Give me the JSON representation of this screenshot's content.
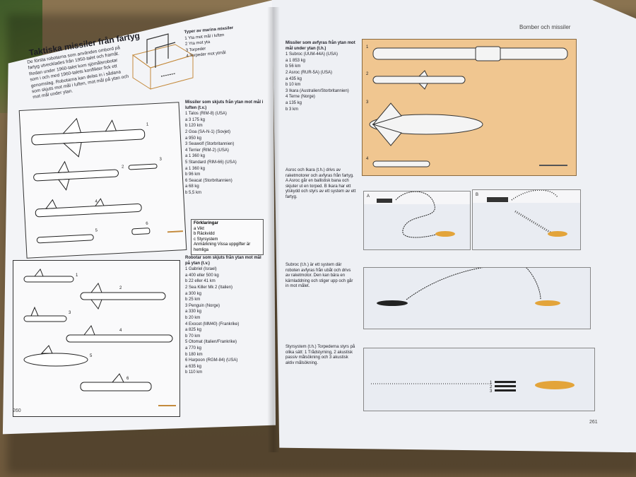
{
  "left_page": {
    "title": "Taktiska missiler från fartyg",
    "intro": "De första robotarna som användes ombord på fartyg utvecklades från 1950-talet och framåt. Redan under 1960-talet kom sjömålsrobotar som i och med 1960-talets konflikter fick ett genomslag. Robotarna kan delas in i sådana som skjuts mot mål i luften, mot mål på ytan och mot mål under ytan.",
    "inset_caption_title": "Typer av marina missiler",
    "inset_caption_lines": [
      "1 Yta mot mål i luften",
      "2 Yta mot yta",
      "3 Torpeder",
      "4 Torpeder mot ytmål"
    ],
    "air_title": "Missiler som skjuts från ytan mot mål i luften (t.v.)",
    "air_list": [
      "1 Talos (RIM-8) (USA)",
      "a 3 175 kg",
      "b 120 km",
      "2 Goa (SA-N-1) (Sovjet)",
      "a 950 kg",
      "3 Seawolf (Storbritannien)",
      "4 Terrier (RIM-2) (USA)",
      "a 1 360 kg",
      "5 Standard (RIM-66) (USA)",
      "a 1 360 kg",
      "b 96 km",
      "6 Seacat (Storbritannien)",
      "a 68 kg",
      "b 5,5 km"
    ],
    "legend_title": "Förklaringar",
    "legend_items": [
      "a Vikt",
      "b Räckvidd",
      "c Styrsystem",
      "Anmärkning Vissa uppgifter är hemliga"
    ],
    "surface_title": "Robotar som skjuts från ytan mot mål på ytan (t.v.)",
    "surface_list": [
      "1 Gabriel (Israel)",
      "a 400 eller 500 kg",
      "b 22 eller 41 km",
      "2 Sea Killer Mk 2 (Italien)",
      "a 300 kg",
      "b 25 km",
      "3 Penguin (Norge)",
      "a 330 kg",
      "b 20 km",
      "4 Exocet (MM40) (Frankrike)",
      "a 825 kg",
      "b 70 km",
      "5 Otomat (Italien/Frankrike)",
      "a 770 kg",
      "b 180 km",
      "6 Harpoon (RGM-84) (USA)",
      "a 635 kg",
      "b 110 km"
    ],
    "page_number": "260",
    "air_labels": [
      "1",
      "2",
      "3",
      "4",
      "5",
      "6"
    ],
    "surface_labels": [
      "1",
      "2",
      "3",
      "4",
      "5",
      "6"
    ]
  },
  "right_page": {
    "header": "Bomber och missiler",
    "sub_title": "Missiler som avfyras från ytan mot mål under ytan (t.h.)",
    "sub_list": [
      "1 Subroc (UUM-44A) (USA)",
      "a 1 853 kg",
      "b 56 km",
      "2 Asroc (RUR-5A) (USA)",
      "a 435 kg",
      "b 10 km",
      "3 Ikara (Australien/Storbritannien)",
      "4 Terne (Norge)",
      "a 135 kg",
      "b 3 km"
    ],
    "panel_labels": [
      "1",
      "2",
      "3",
      "4"
    ],
    "asroc_text": "Asroc och Ikara (t.h.) drivs av raketmotorer och avfyras från fartyg. A Asroc går en ballistisk bana och skjuter ut en torped. B Ikara har ett ytskydd och styrs av ett system av ett fartyg.",
    "subroc_text": "Subroc (t.h.) är ett system där roboten avfyras från ubåt och drivs av raketmotor. Den kan bära en kärnladdning och stiger upp och går in mot målet.",
    "styr_text": "Styrsystem (t.h.) Torpederna styrs på olika sätt: 1 Trådstyrning, 2 akustisk passiv målsökning och 3 akustisk aktiv målsökning.",
    "diagram_labels": [
      "A",
      "B"
    ],
    "styr_labels": [
      "1",
      "2",
      "3"
    ],
    "page_number": "261"
  }
}
